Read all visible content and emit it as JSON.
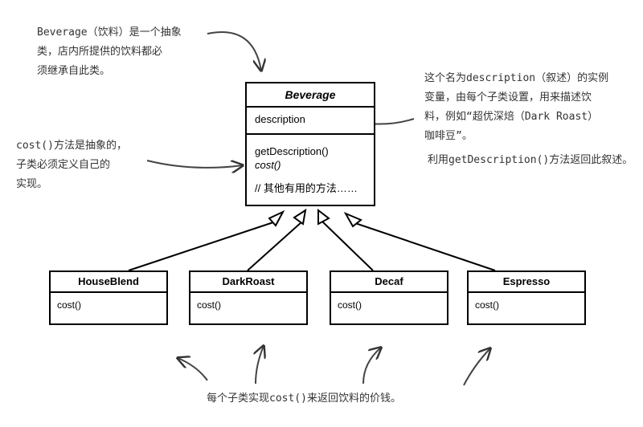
{
  "abstract_class": {
    "name": "Beverage",
    "field": "description",
    "methods": [
      "getDescription()",
      "cost()"
    ],
    "other_methods": "// 其他有用的方法……"
  },
  "subclasses": [
    {
      "name": "HouseBlend",
      "method": "cost()"
    },
    {
      "name": "DarkRoast",
      "method": "cost()"
    },
    {
      "name": "Decaf",
      "method": "cost()"
    },
    {
      "name": "Espresso",
      "method": "cost()"
    }
  ],
  "notes": {
    "abstract_note": [
      "Beverage（饮料）是一个抽象",
      "类，店内所提供的饮料都必",
      "须继承自此类。"
    ],
    "description_note": [
      "这个名为description（叙述）的实例",
      "变量，由每个子类设置，用来描述饮",
      "料，例如“超优深焙（Dark Roast）",
      "咖啡豆”。"
    ],
    "getdescription_note": "利用getDescription()方法返回此叙述。",
    "cost_note": [
      "cost()方法是抽象的，",
      "子类必须定义自己的",
      "实现。"
    ],
    "bottom_note": "每个子类实现cost()来返回饮料的价钱。"
  }
}
